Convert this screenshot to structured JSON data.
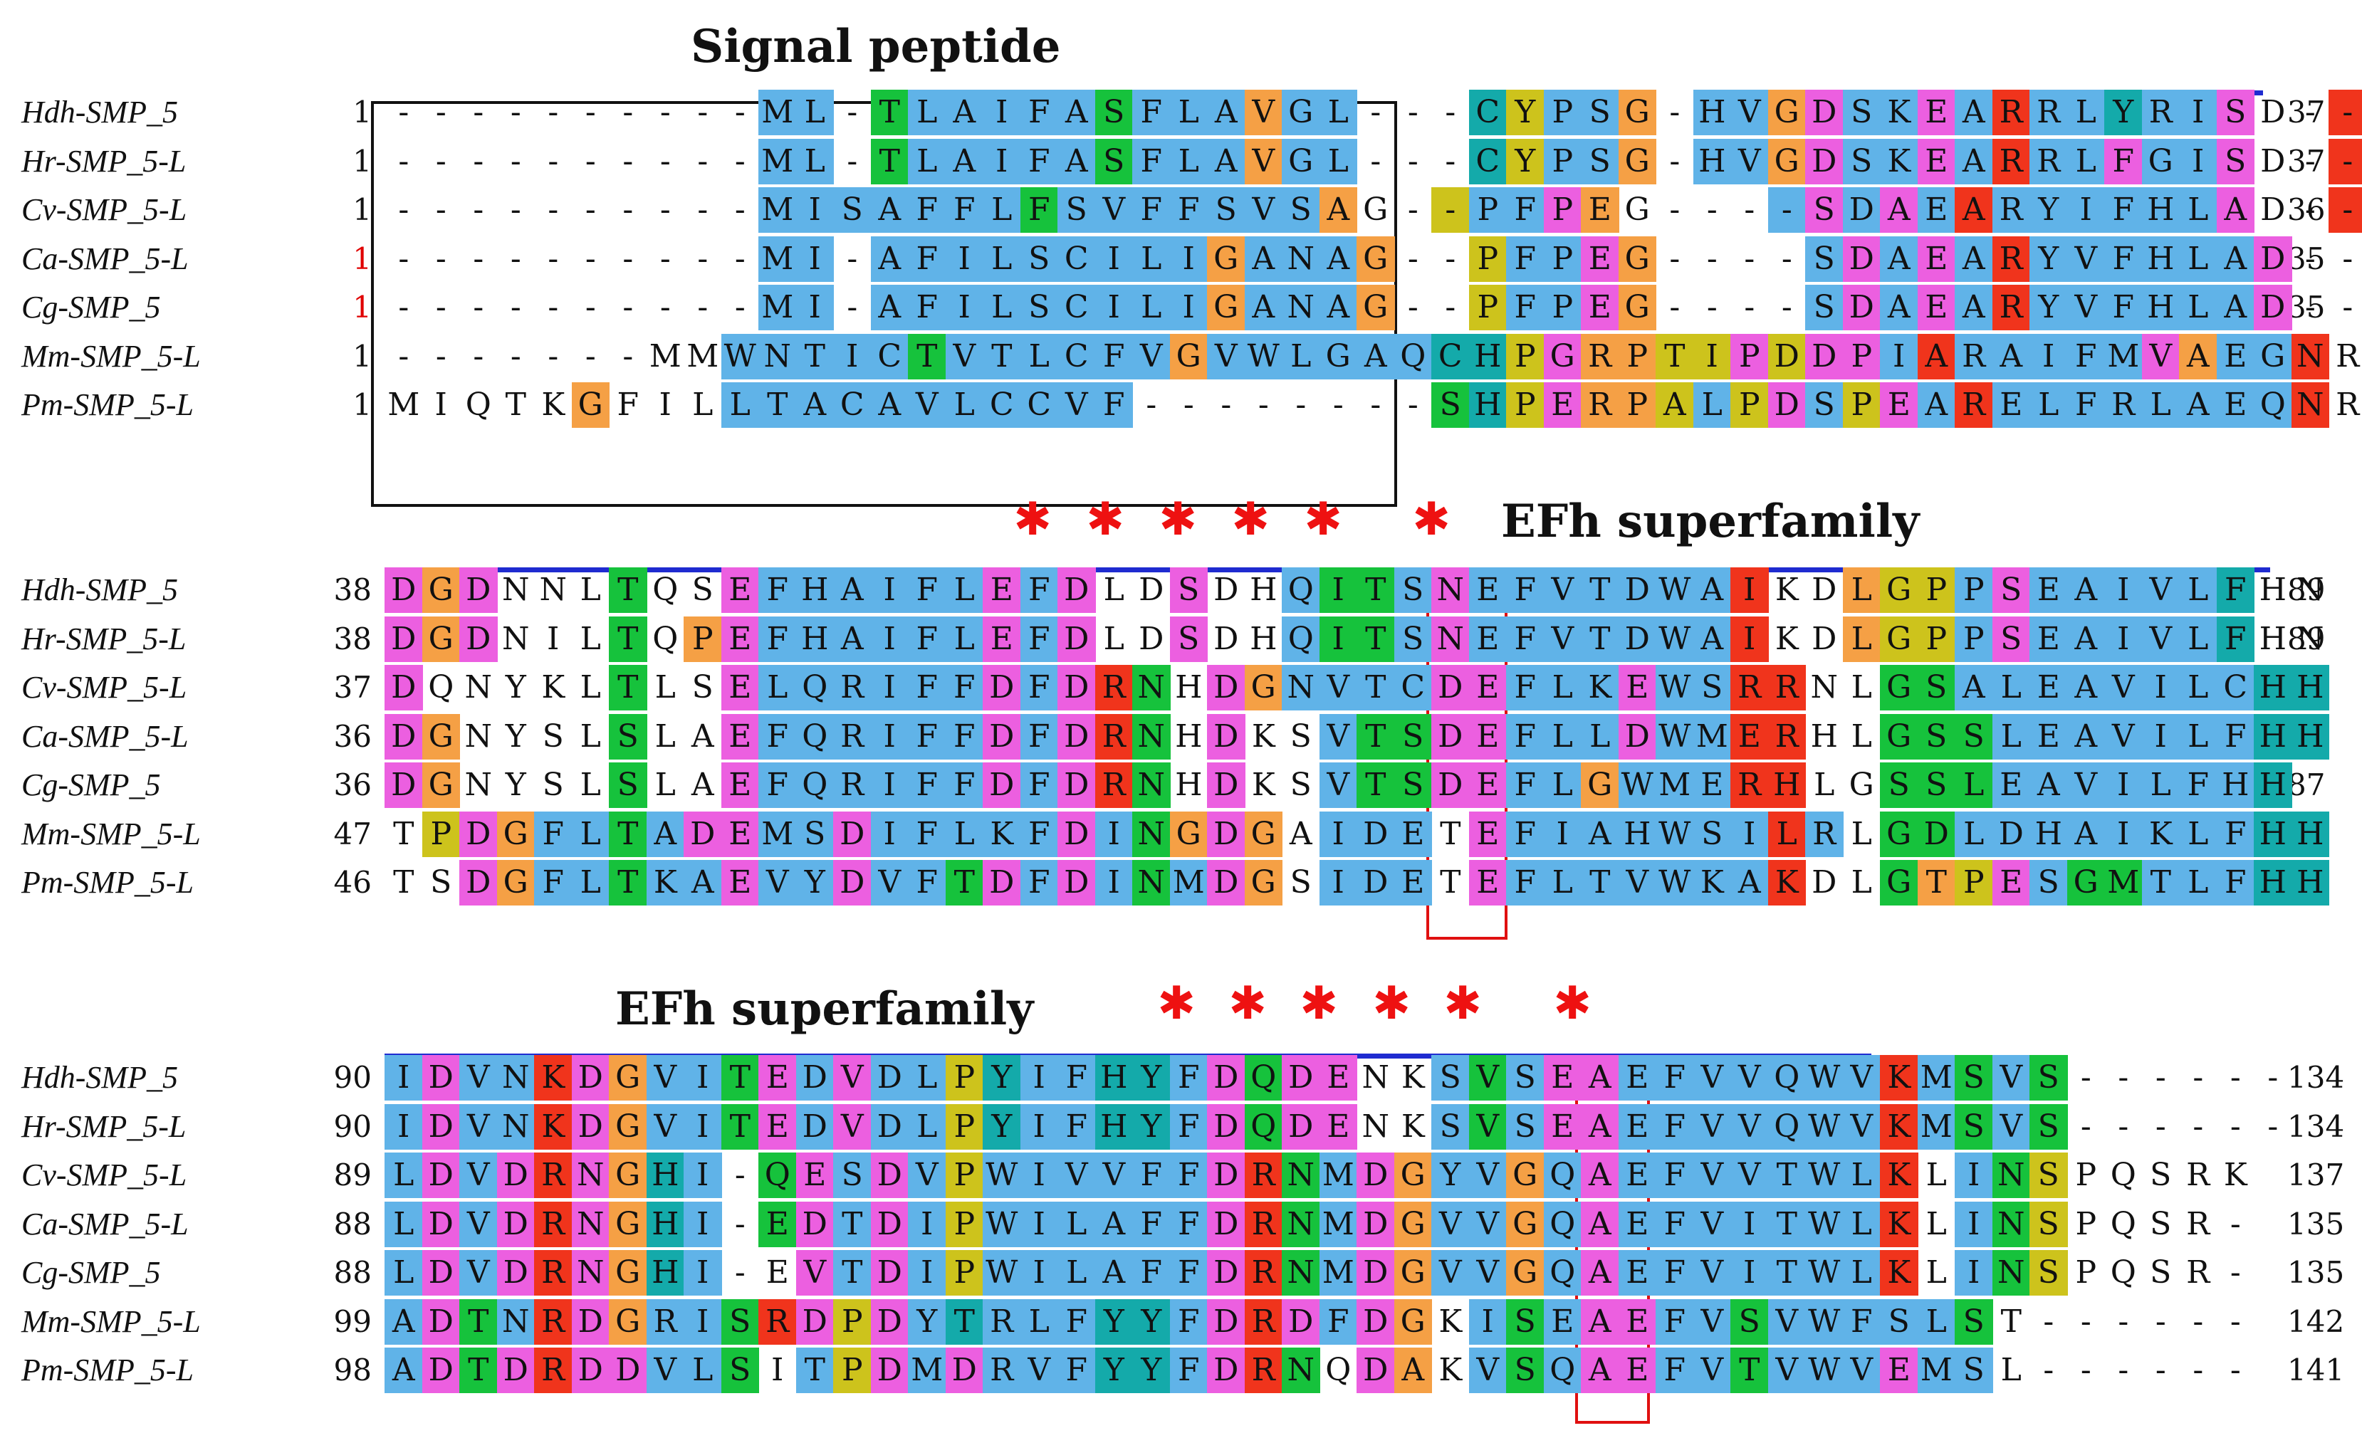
{
  "headings": {
    "signal_peptide": "Signal peptide",
    "efh_1": "EFh superfamily",
    "efh_2": "EFh superfamily"
  },
  "star_glyph": "✱",
  "colors": {
    "blue": "#60b3e8",
    "green": "#16c23c",
    "magenta": "#ec5fe0",
    "orange": "#f5a045",
    "red": "#f0341c",
    "teal": "#14aaaa",
    "yellow": "#cdc31c",
    "bar": "#1f2bd0"
  },
  "color_legend": "B=blue G=green M=magenta O=orange R=red T=teal Y=yellow .=none",
  "blocks": [
    {
      "rows": [
        {
          "name": "Hdh-SMP_5",
          "start": "1",
          "start_red": false,
          "end": "37",
          "seq": "----------ML-TLAIFASFLAVGL---CYPSG-HVGDSKEARRLYRISD--K",
          "colors": "..........BB.GBBBBBGBBBOBB...TYBBO.BBOMBBMBRBBTBBM..R"
        },
        {
          "name": "Hr-SMP_5-L",
          "start": "1",
          "start_red": false,
          "end": "37",
          "seq": "----------ML-TLAIFASFLAVGL---CYPSG-HVGDSKEARRLFGISD--K",
          "colors": "..........BB.GBBBBBGBBBOBB...TYBBO.BBOMBBMBRBBMBBM..R"
        },
        {
          "name": "Cv-SMP_5-L",
          "start": "1",
          "start_red": false,
          "end": "36",
          "seq": "----------MISAFFLFSVFFSVSAG--PFPEG----SDAEARYIFHLAD--K",
          "colors": "..........BBBBBBBGBBBBBBBO..YBBMO....BMBMBRBBBBBBM..R"
        },
        {
          "name": "Ca-SMP_5-L",
          "start": "1",
          "start_red": true,
          "end": "35",
          "seq": "----------MI-AFILSCILIGANAG--PFPEG----SDAEARYVFHLAD--K",
          "colors": "..........BB.BBBBBBBBBOBBBO..YBBMO....BMBMBRBBBBBBM..R"
        },
        {
          "name": "Cg-SMP_5",
          "start": "1",
          "start_red": true,
          "end": "35",
          "seq": "----------MI-AFILSCILIGANAG--PFPEG----SDAEARYVFHLAD--K",
          "colors": "..........BB.BBBBBBBBBOBBBO..YBBMO....BMBMBRBBBBBBM..R"
        },
        {
          "name": "Mm-SMP_5-L",
          "start": "1",
          "start_red": false,
          "end": "46",
          "seq": "-------MMWNTICTVTLCFVGVWLGAQCHPGRPTIPDDPIARAIFMVAEGNR",
          "colors": ".........BBBBBGBBBBBBOBBBBBBTTYMOOYYMYMMBRBBBBBMOBBR"
        },
        {
          "name": "Pm-SMP_5-L",
          "start": "1",
          "start_red": false,
          "end": "45",
          "seq": "MIQTKGFILLTACAVLCCVF--------SHPERPALPDSPEARELFRLAEQNR",
          "colors": ".....O...BBBBBBBBBBB........GTYMOOYBYMBYMBRBBBBBBBBR"
        }
      ]
    },
    {
      "rows": [
        {
          "name": "Hdh-SMP_5",
          "start": "38",
          "start_red": false,
          "end": "89",
          "seq": "DGDNNLTQSEFHAIFLEFDLDSDHQITSNEFVTDWAIKDLGPPSEAIVLFHN",
          "colors": "MOM...G..MBBBBBBMBM..M..BGGBMBBBBBBBR..OYYBMBBBBBT."
        },
        {
          "name": "Hr-SMP_5-L",
          "start": "38",
          "start_red": false,
          "end": "89",
          "seq": "DGDNILTQPEFHAIFLEFDLDSDHQITSNEFVTDWAIKDLGPPSEAIVLFHN",
          "colors": "MOM...G.OMBBBBBBMBM..M..BGGBMBBBBBBBR..OYYBMBBBBBT."
        },
        {
          "name": "Cv-SMP_5-L",
          "start": "37",
          "start_red": false,
          "end": "88",
          "seq": "DQNYKLTLSELQRIFFDFDRNHDGNVTCDEFLKEWSRRNLGSALEAVILCHH",
          "colors": "M.....G..MBBBBBBMBMRG.MOBBBBMMBBBMBBRR..GGBBBBBBBBTT"
        },
        {
          "name": "Ca-SMP_5-L",
          "start": "36",
          "start_red": false,
          "end": "87",
          "seq": "DGNYSLSLAEFQRIFFDFDRNHDKSVTSDEFLLDWMERHLGSSLEAVILFHH",
          "colors": "MO....G..MBBBBBBMBMRG.M..BGGMMBBBMBBRR..GGGBBBBBBBTT"
        },
        {
          "name": "Cg-SMP_5",
          "start": "36",
          "start_red": false,
          "end": "87",
          "seq": "DGNYSLSLAEFQRIFFDFDRNHDKSVTSDEFLGWMERHLGSSLEAVILFHH",
          "colors": "MO....G..MBBBBBBMBMRG.M..BGGMMBBOBBBRR..GGGBBBBBBBTT"
        },
        {
          "name": "Mm-SMP_5-L",
          "start": "47",
          "start_red": false,
          "end": "98",
          "seq": "TPDGFLTADEMSDIFLKFDINGDGAIDETEFIAHWSILRLGDLDHAIKLFHH",
          "colors": ".YMOBBGBMMBBMBBBBBMBGOMO.BBB.MBBBBBBBRB.GGBBBBBBBBTT"
        },
        {
          "name": "Pm-SMP_5-L",
          "start": "46",
          "start_red": false,
          "end": "97",
          "seq": "TSDGFLTKAEVYDVFTDFDINMDGSIDETEFLTVWKAKDLGTPESGMTLFHH",
          "colors": "..MOBBGBBMBBMBBGMBMBGBMO.BBB.MBBBBBBBR..GOYMBGGBBBTT"
        }
      ]
    },
    {
      "rows": [
        {
          "name": "Hdh-SMP_5",
          "start": "90",
          "start_red": false,
          "end": "134",
          "seq": "IDVNKDGVITEDVDLPYIFHYFDQDENKSVSEAEFVVQWVKMSVS------",
          "colors": "BMBBRMOBBGMBMBBYTBBTTBMGMM..BGBMMBBBBBBBRBGBG......"
        },
        {
          "name": "Hr-SMP_5-L",
          "start": "90",
          "start_red": false,
          "end": "134",
          "seq": "IDVNKDGVITEDVDLPYIFHYFDQDENKSVSEAEFVVQWVKMSVS------",
          "colors": "BMBBRMOBBGMBMBBYTBBTTBMGMM..BGBMMBBBBBBBRBGBG......"
        },
        {
          "name": "Cv-SMP_5-L",
          "start": "89",
          "start_red": false,
          "end": "137",
          "seq": "LDVDRNGHI-QESDVPWIVVFFDRNMDGYVGQAEFVVTWLKLINSPQSRK",
          "colors": "BMBMRMOTB.GMBMBYBBBBBBMRGBMOBBOBMBBBBBBBR.BGY....."
        },
        {
          "name": "Ca-SMP_5-L",
          "start": "88",
          "start_red": false,
          "end": "135",
          "seq": "LDVDRNGHI-EDTDIPWILAFFDRNMDGVVGQAEFVITWLKLINSPQSR-",
          "colors": "BMBMRMOTB.GMBMBYBBBBBBMRGBMOBBOBMBBBBBBBR.BGY....."
        },
        {
          "name": "Cg-SMP_5",
          "start": "88",
          "start_red": false,
          "end": "135",
          "seq": "LDVDRNGHI-EVTDIPWILAFFDRNMDGVVGQAEFVITWLKLINSPQSR-",
          "colors": "BMBMRMOTB..MBMBYBBBBBBMRGBMOBBOBMBBBBBBBR.BGY....."
        },
        {
          "name": "Mm-SMP_5-L",
          "start": "99",
          "start_red": false,
          "end": "142",
          "seq": "ADTNRDGRISRDPDYTRLFYYFDRDFDGKISEAEFVSVWFSLST------",
          "colors": "BMGBRMOBBGRMYMBTBBBTTBMRMBMO.BGBMMBBGBBBBBG......."
        },
        {
          "name": "Pm-SMP_5-L",
          "start": "98",
          "start_red": false,
          "end": "141",
          "seq": "ADTDRDDVLSITPDMDRVFYYFDRNQDAKVSQAEFVTVWVEMSL------",
          "colors": "BMGMRMMBBG.BYMBMBBBTTBMRG.MO.BGBMMBBGBBBMBB......."
        }
      ]
    }
  ]
}
